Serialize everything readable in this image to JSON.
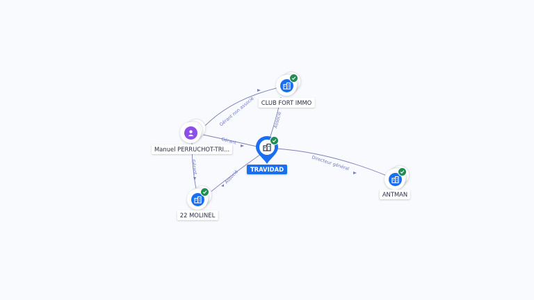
{
  "nodes": {
    "travidad": {
      "label": "TRAVIDAD",
      "type": "company",
      "verified": true
    },
    "club_fort_immo": {
      "label": "CLUB FORT IMMO",
      "type": "company",
      "verified": true
    },
    "manuel": {
      "label": "Manuel PERRUCHOT-TRI...",
      "type": "person",
      "verified": false
    },
    "molinel": {
      "label": "22 MOLINEL",
      "type": "company",
      "verified": true
    },
    "antman": {
      "label": "ANTMAN",
      "type": "company",
      "verified": true
    }
  },
  "edges": {
    "gerant_non_associe": "Gérant non associé",
    "associe_top": "Associé",
    "gerant_mid": "Gérant",
    "gerant_vertical": "Gérant",
    "associe_bottom": "Associé",
    "directeur_general": "Directeur général"
  },
  "colors": {
    "company": "#1a6ff0",
    "person": "#8c4fe8",
    "verified": "#1e8e52",
    "edge": "#7a80b8",
    "edge_label": "#6f76c8"
  },
  "icons": {
    "company": "building-icon",
    "person": "person-icon",
    "verified": "check-badge-icon"
  }
}
